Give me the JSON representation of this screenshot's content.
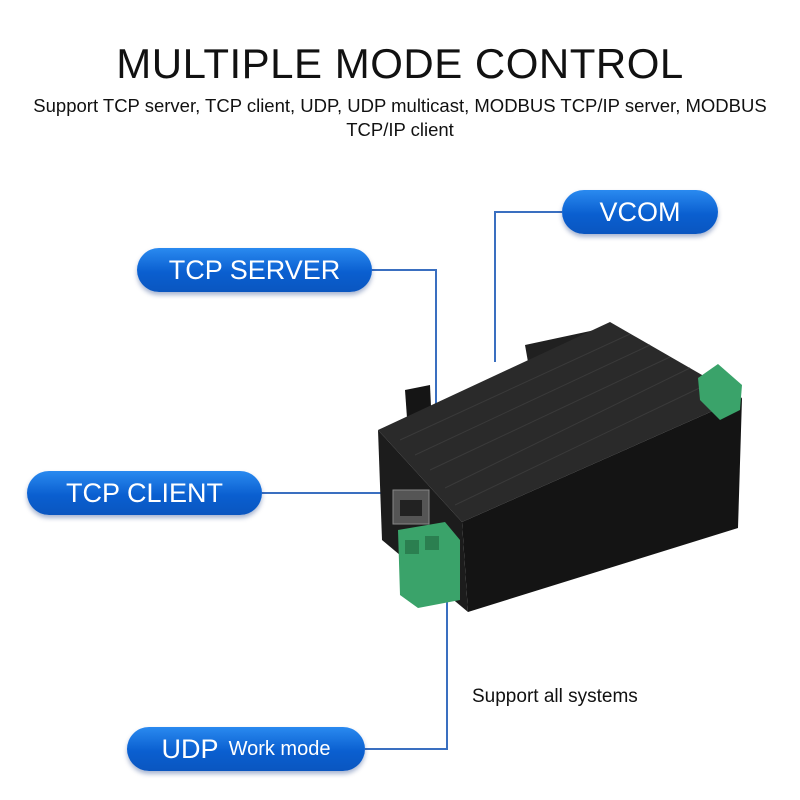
{
  "header": {
    "title": "MULTIPLE MODE CONTROL",
    "subtitle": "Support TCP server, TCP client, UDP, UDP multicast, MODBUS TCP/IP server, MODBUS TCP/IP client"
  },
  "labels": {
    "vcom": "VCOM",
    "tcp_server": "TCP SERVER",
    "tcp_client": "TCP CLIENT",
    "udp": "UDP",
    "udp_suffix": "Work mode"
  },
  "note": "Support all systems",
  "colors": {
    "pill": "#0a5fd0",
    "connector_line": "#3a6fc0",
    "device": "#1a1a1a",
    "terminal": "#3aa36a"
  }
}
